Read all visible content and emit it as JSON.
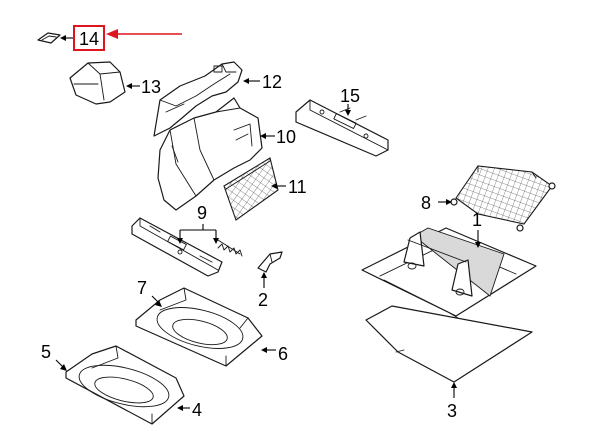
{
  "highlight": {
    "part": "14",
    "color": "#e0141e"
  },
  "callouts": [
    {
      "id": "c14",
      "label": "14",
      "name": "callout-14"
    },
    {
      "id": "c13",
      "label": "13",
      "name": "callout-13"
    },
    {
      "id": "c12",
      "label": "12",
      "name": "callout-12"
    },
    {
      "id": "c15",
      "label": "15",
      "name": "callout-15"
    },
    {
      "id": "c10",
      "label": "10",
      "name": "callout-10"
    },
    {
      "id": "c11",
      "label": "11",
      "name": "callout-11"
    },
    {
      "id": "c8",
      "label": "8",
      "name": "callout-8"
    },
    {
      "id": "c9",
      "label": "9",
      "name": "callout-9"
    },
    {
      "id": "c1",
      "label": "1",
      "name": "callout-1"
    },
    {
      "id": "c2",
      "label": "2",
      "name": "callout-2"
    },
    {
      "id": "c7",
      "label": "7",
      "name": "callout-7"
    },
    {
      "id": "c6",
      "label": "6",
      "name": "callout-6"
    },
    {
      "id": "c5",
      "label": "5",
      "name": "callout-5"
    },
    {
      "id": "c4",
      "label": "4",
      "name": "callout-4"
    },
    {
      "id": "c3",
      "label": "3",
      "name": "callout-3"
    }
  ]
}
